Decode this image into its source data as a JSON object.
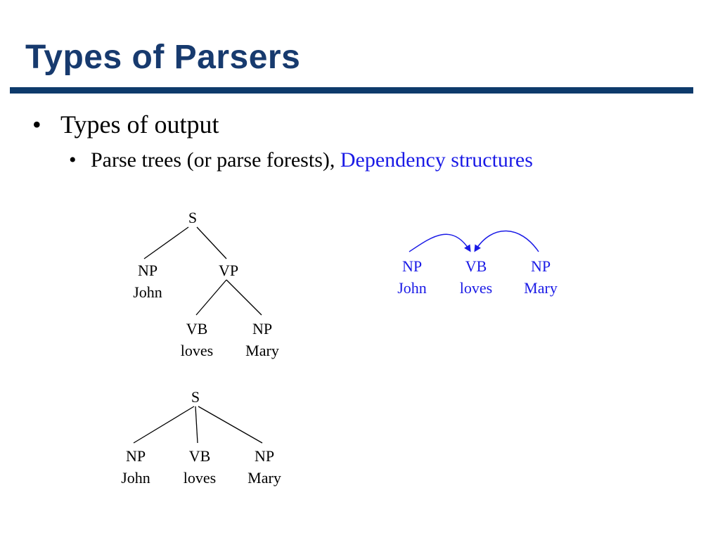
{
  "title": "Types of Parsers",
  "colors": {
    "title": "#173a6e",
    "rule": "#0d3a6b",
    "highlight": "#1a1ae6"
  },
  "bullets": {
    "level1": {
      "marker": "•",
      "text": "Types of output"
    },
    "level2": {
      "marker": "•",
      "text": "Parse trees (or parse forests), ",
      "highlight": "Dependency structures"
    }
  },
  "tree1": {
    "root": "S",
    "np_tag": "NP",
    "np_word": "John",
    "vp_tag": "VP",
    "vb_tag": "VB",
    "vb_word": "loves",
    "np2_tag": "NP",
    "np2_word": "Mary"
  },
  "tree2": {
    "root": "S",
    "np_tag": "NP",
    "np_word": "John",
    "vb_tag": "VB",
    "vb_word": "loves",
    "np2_tag": "NP",
    "np2_word": "Mary"
  },
  "dependency": {
    "w1_tag": "NP",
    "w1_word": "John",
    "w2_tag": "VB",
    "w2_word": "loves",
    "w3_tag": "NP",
    "w3_word": "Mary"
  }
}
